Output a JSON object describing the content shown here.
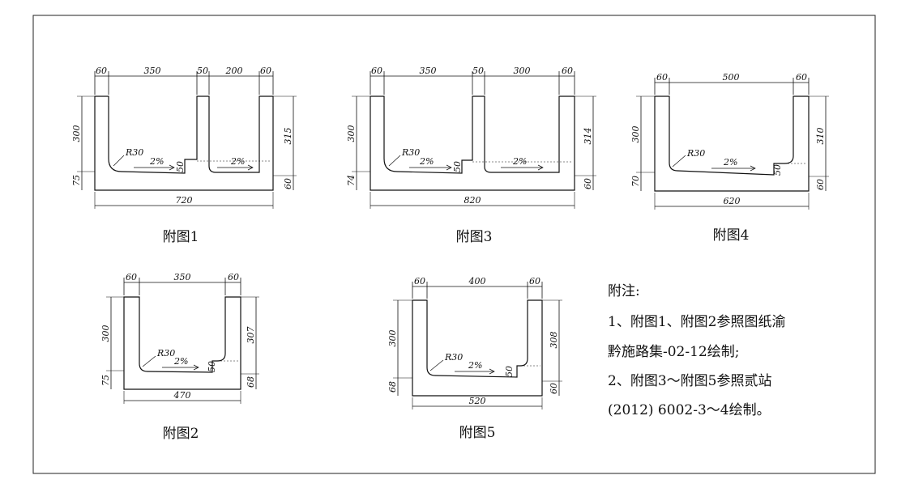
{
  "figures": [
    {
      "caption": "附图1",
      "top_dims": [
        "60",
        "350",
        "50",
        "200",
        "60"
      ],
      "overall_width": "720",
      "left_height": "300",
      "left_base": "75",
      "right_height": "315",
      "right_base": "60",
      "radius": "R30",
      "inner_step": "50",
      "slopes": [
        "2%",
        "2%"
      ]
    },
    {
      "caption": "附图2",
      "top_dims": [
        "60",
        "350",
        "60"
      ],
      "overall_width": "470",
      "left_height": "300",
      "left_base": "75",
      "right_height": "307",
      "right_base": "68",
      "radius": "R30",
      "inner_step": "50",
      "slopes": [
        "2%"
      ]
    },
    {
      "caption": "附图3",
      "top_dims": [
        "60",
        "350",
        "50",
        "300",
        "60"
      ],
      "overall_width": "820",
      "left_height": "300",
      "left_base": "74",
      "right_height": "314",
      "right_base": "60",
      "radius": "R30",
      "inner_step": "50",
      "slopes": [
        "2%",
        "2%"
      ]
    },
    {
      "caption": "附图4",
      "top_dims": [
        "60",
        "500",
        "60"
      ],
      "overall_width": "620",
      "left_height": "300",
      "left_base": "70",
      "right_height": "310",
      "right_base": "60",
      "radius": "R30",
      "inner_step": "50",
      "slopes": [
        "2%"
      ]
    },
    {
      "caption": "附图5",
      "top_dims": [
        "60",
        "400",
        "60"
      ],
      "overall_width": "520",
      "left_height": "300",
      "left_base": "68",
      "right_height": "308",
      "right_base": "60",
      "radius": "R30",
      "inner_step": "50",
      "slopes": [
        "2%"
      ]
    }
  ],
  "notes": {
    "title": "附注:",
    "lines": [
      "1、附图1、附图2参照图纸渝",
      "黔施路集-02-12绘制;",
      "2、附图3～附图5参照贰站",
      "(2012) 6002-3～4绘制。"
    ]
  }
}
